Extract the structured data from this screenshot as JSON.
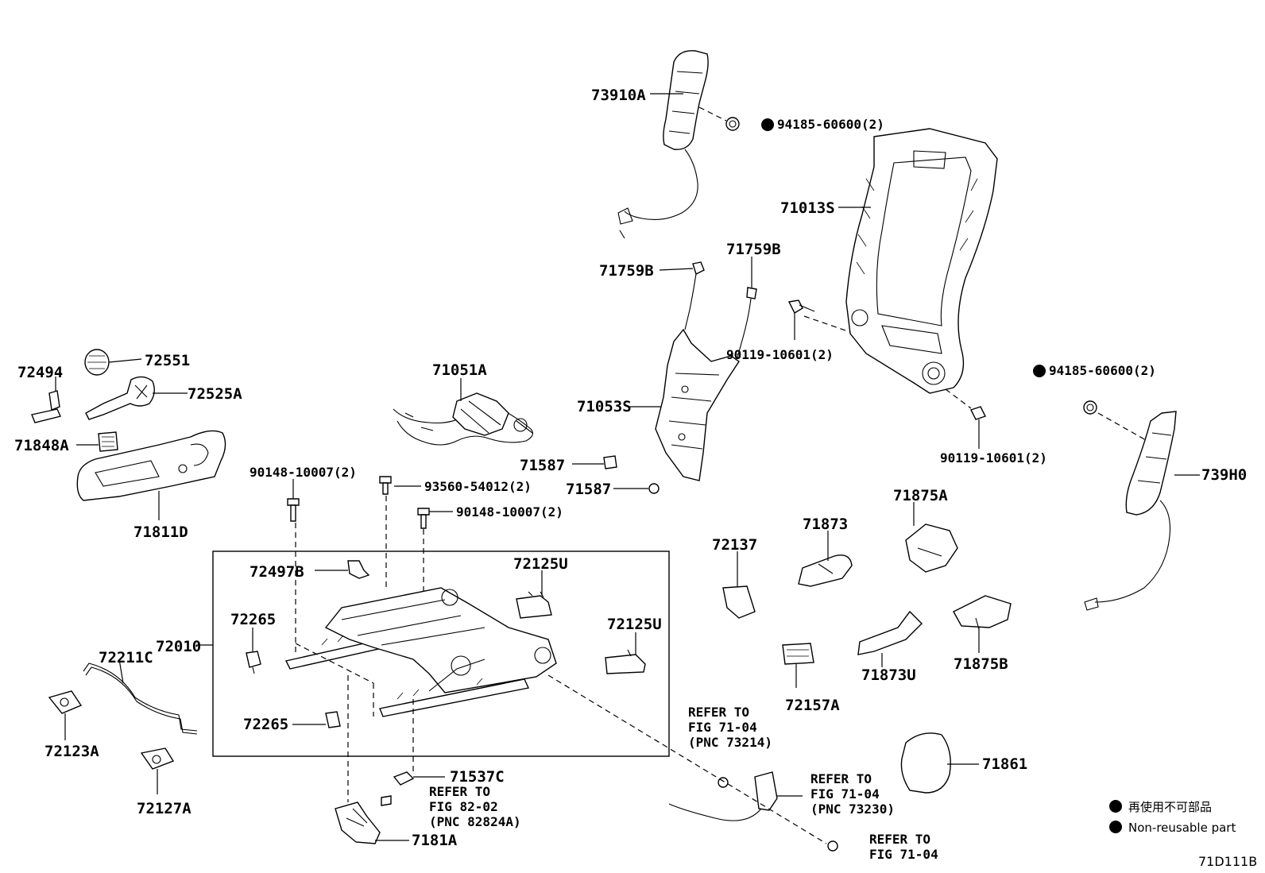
{
  "labels": {
    "p73910A": "73910A",
    "p94185a": "94185-60600(2)",
    "p71013S": "71013S",
    "p71759B_l": "71759B",
    "p71759B_r": "71759B",
    "p90119a": "90119-10601(2)",
    "p94185b": "94185-60600(2)",
    "p72494": "72494",
    "p72551": "72551",
    "p72525A": "72525A",
    "p71051A": "71051A",
    "p71053S": "71053S",
    "p90119b": "90119-10601(2)",
    "p71848A": "71848A",
    "p71811D": "71811D",
    "p71587a": "71587",
    "p71587b": "71587",
    "p739H0": "739H0",
    "p90148a": "90148-10007(2)",
    "p93560": "93560-54012(2)",
    "p90148b": "90148-10007(2)",
    "p71875A": "71875A",
    "p71873": "71873",
    "p72137": "72137",
    "p72497B": "72497B",
    "p72125U_a": "72125U",
    "p72125U_b": "72125U",
    "p72265a": "72265",
    "p72010": "72010",
    "p72211C": "72211C",
    "p72157A": "72157A",
    "p71873U": "71873U",
    "p71875B": "71875B",
    "p72265b": "72265",
    "p72123A": "72123A",
    "p72127A": "72127A",
    "p71537C": "71537C",
    "p7181A": "7181A",
    "p71861": "71861"
  },
  "refers": {
    "r1": [
      "REFER TO",
      "FIG 71-04",
      "(PNC 73214)"
    ],
    "r2": [
      "REFER TO",
      "FIG 71-04",
      "(PNC 73230)"
    ],
    "r3": [
      "REFER TO",
      "FIG 82-02",
      "(PNC 82824A)"
    ],
    "r4": [
      "REFER TO",
      "FIG 71-04"
    ]
  },
  "legend": {
    "jp": "再使用不可部品",
    "en": "Non-reusable part"
  },
  "figure_id": "71D111B"
}
